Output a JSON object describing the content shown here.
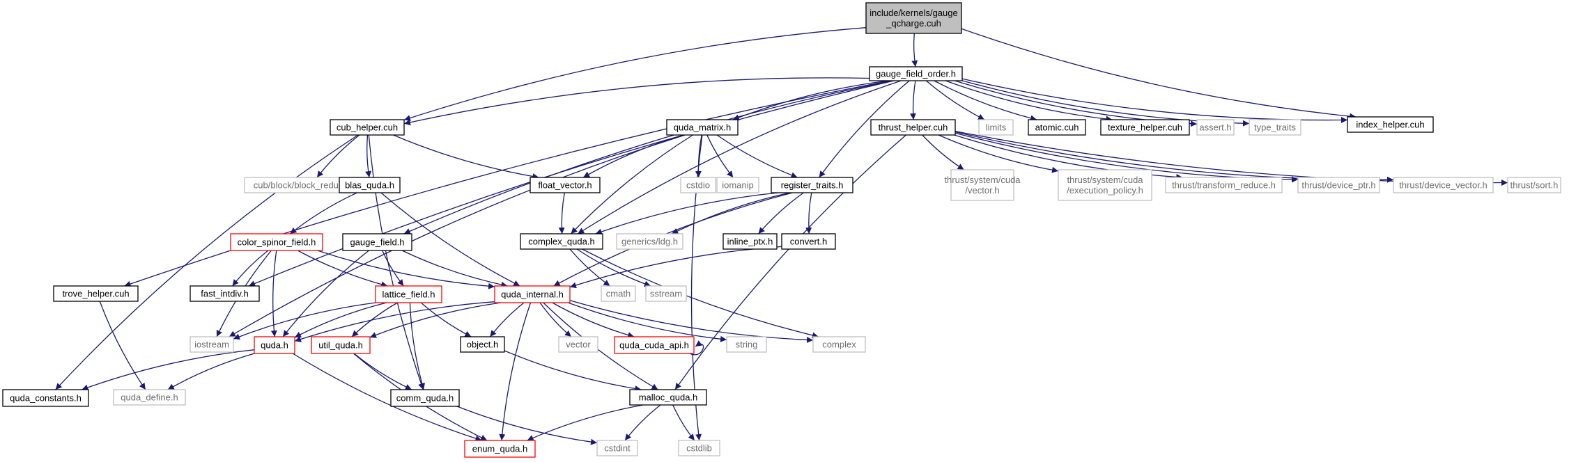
{
  "diagram": {
    "nodes": [
      {
        "id": "root",
        "lines": [
          "include/kernels/gauge",
          "_qcharge.cuh"
        ],
        "style": "root"
      },
      {
        "id": "gfo",
        "lines": [
          "gauge_field_order.h"
        ],
        "style": "normal"
      },
      {
        "id": "index_helper",
        "lines": [
          "index_helper.cuh"
        ],
        "style": "normal"
      },
      {
        "id": "cub_helper",
        "lines": [
          "cub_helper.cuh"
        ],
        "style": "normal"
      },
      {
        "id": "quda_matrix",
        "lines": [
          "quda_matrix.h"
        ],
        "style": "normal"
      },
      {
        "id": "thrust_helper",
        "lines": [
          "thrust_helper.cuh"
        ],
        "style": "normal"
      },
      {
        "id": "limits",
        "lines": [
          "limits"
        ],
        "style": "external"
      },
      {
        "id": "atomic",
        "lines": [
          "atomic.cuh"
        ],
        "style": "normal"
      },
      {
        "id": "texture_helper",
        "lines": [
          "texture_helper.cuh"
        ],
        "style": "normal"
      },
      {
        "id": "assert",
        "lines": [
          "assert.h"
        ],
        "style": "external"
      },
      {
        "id": "type_traits",
        "lines": [
          "type_traits"
        ],
        "style": "external"
      },
      {
        "id": "cub_block",
        "lines": [
          "cub/block/block_reduce.cuh"
        ],
        "style": "external"
      },
      {
        "id": "blas_quda",
        "lines": [
          "blas_quda.h"
        ],
        "style": "normal"
      },
      {
        "id": "float_vector",
        "lines": [
          "float_vector.h"
        ],
        "style": "normal"
      },
      {
        "id": "cstdio",
        "lines": [
          "cstdio"
        ],
        "style": "external"
      },
      {
        "id": "iomanip",
        "lines": [
          "iomanip"
        ],
        "style": "external"
      },
      {
        "id": "register_traits",
        "lines": [
          "register_traits.h"
        ],
        "style": "normal"
      },
      {
        "id": "thrust_vector",
        "lines": [
          "thrust/system/cuda",
          "/vector.h"
        ],
        "style": "external"
      },
      {
        "id": "thrust_exec",
        "lines": [
          "thrust/system/cuda",
          "/execution_policy.h"
        ],
        "style": "external"
      },
      {
        "id": "thrust_tr",
        "lines": [
          "thrust/transform_reduce.h"
        ],
        "style": "external"
      },
      {
        "id": "thrust_dptr",
        "lines": [
          "thrust/device_ptr.h"
        ],
        "style": "external"
      },
      {
        "id": "thrust_dvec",
        "lines": [
          "thrust/device_vector.h"
        ],
        "style": "external"
      },
      {
        "id": "thrust_sort",
        "lines": [
          "thrust/sort.h"
        ],
        "style": "external"
      },
      {
        "id": "color_spinor",
        "lines": [
          "color_spinor_field.h"
        ],
        "style": "truncated"
      },
      {
        "id": "gauge_field",
        "lines": [
          "gauge_field.h"
        ],
        "style": "normal"
      },
      {
        "id": "complex_quda",
        "lines": [
          "complex_quda.h"
        ],
        "style": "normal"
      },
      {
        "id": "generics_ldg",
        "lines": [
          "generics/ldg.h"
        ],
        "style": "external"
      },
      {
        "id": "inline_ptx",
        "lines": [
          "inline_ptx.h"
        ],
        "style": "normal"
      },
      {
        "id": "convert",
        "lines": [
          "convert.h"
        ],
        "style": "normal"
      },
      {
        "id": "fast_intdiv",
        "lines": [
          "fast_intdiv.h"
        ],
        "style": "normal"
      },
      {
        "id": "trove_helper",
        "lines": [
          "trove_helper.cuh"
        ],
        "style": "normal"
      },
      {
        "id": "lattice_field",
        "lines": [
          "lattice_field.h"
        ],
        "style": "truncated"
      },
      {
        "id": "quda_internal",
        "lines": [
          "quda_internal.h"
        ],
        "style": "truncated"
      },
      {
        "id": "cmath",
        "lines": [
          "cmath"
        ],
        "style": "external"
      },
      {
        "id": "sstream",
        "lines": [
          "sstream"
        ],
        "style": "external"
      },
      {
        "id": "iostream",
        "lines": [
          "iostream"
        ],
        "style": "external"
      },
      {
        "id": "quda_h",
        "lines": [
          "quda.h"
        ],
        "style": "truncated"
      },
      {
        "id": "util_quda",
        "lines": [
          "util_quda.h"
        ],
        "style": "truncated"
      },
      {
        "id": "object",
        "lines": [
          "object.h"
        ],
        "style": "normal"
      },
      {
        "id": "vector",
        "lines": [
          "vector"
        ],
        "style": "external"
      },
      {
        "id": "quda_cuda_api",
        "lines": [
          "quda_cuda_api.h"
        ],
        "style": "truncated"
      },
      {
        "id": "string",
        "lines": [
          "string"
        ],
        "style": "external"
      },
      {
        "id": "complex",
        "lines": [
          "complex"
        ],
        "style": "external"
      },
      {
        "id": "quda_constants",
        "lines": [
          "quda_constants.h"
        ],
        "style": "normal"
      },
      {
        "id": "quda_define",
        "lines": [
          "quda_define.h"
        ],
        "style": "external"
      },
      {
        "id": "comm_quda",
        "lines": [
          "comm_quda.h"
        ],
        "style": "normal"
      },
      {
        "id": "malloc_quda",
        "lines": [
          "malloc_quda.h"
        ],
        "style": "normal"
      },
      {
        "id": "enum_quda",
        "lines": [
          "enum_quda.h"
        ],
        "style": "truncated"
      },
      {
        "id": "cstdint",
        "lines": [
          "cstdint"
        ],
        "style": "external"
      },
      {
        "id": "cstdlib",
        "lines": [
          "cstdlib"
        ],
        "style": "external"
      }
    ],
    "edges": [
      [
        "root",
        "gfo"
      ],
      [
        "root",
        "cub_helper"
      ],
      [
        "root",
        "index_helper"
      ],
      [
        "gfo",
        "cub_helper"
      ],
      [
        "gfo",
        "quda_matrix"
      ],
      [
        "gfo",
        "thrust_helper"
      ],
      [
        "gfo",
        "limits"
      ],
      [
        "gfo",
        "atomic"
      ],
      [
        "gfo",
        "texture_helper"
      ],
      [
        "gfo",
        "assert"
      ],
      [
        "gfo",
        "type_traits"
      ],
      [
        "gfo",
        "index_helper"
      ],
      [
        "gfo",
        "register_traits"
      ],
      [
        "gfo",
        "complex_quda"
      ],
      [
        "gfo",
        "gauge_field"
      ],
      [
        "gfo",
        "fast_intdiv"
      ],
      [
        "gfo",
        "trove_helper"
      ],
      [
        "cub_helper",
        "cub_block"
      ],
      [
        "cub_helper",
        "blas_quda"
      ],
      [
        "cub_helper",
        "float_vector"
      ],
      [
        "cub_helper",
        "comm_quda"
      ],
      [
        "cub_helper",
        "quda_constants"
      ],
      [
        "quda_matrix",
        "float_vector"
      ],
      [
        "quda_matrix",
        "cstdio"
      ],
      [
        "quda_matrix",
        "iomanip"
      ],
      [
        "quda_matrix",
        "register_traits"
      ],
      [
        "quda_matrix",
        "complex_quda"
      ],
      [
        "quda_matrix",
        "iostream"
      ],
      [
        "quda_matrix",
        "cstdlib"
      ],
      [
        "thrust_helper",
        "thrust_vector"
      ],
      [
        "thrust_helper",
        "thrust_exec"
      ],
      [
        "thrust_helper",
        "thrust_tr"
      ],
      [
        "thrust_helper",
        "thrust_dptr"
      ],
      [
        "thrust_helper",
        "thrust_dvec"
      ],
      [
        "thrust_helper",
        "thrust_sort"
      ],
      [
        "thrust_helper",
        "malloc_quda"
      ],
      [
        "blas_quda",
        "color_spinor"
      ],
      [
        "blas_quda",
        "quda_internal"
      ],
      [
        "float_vector",
        "complex_quda"
      ],
      [
        "register_traits",
        "complex_quda"
      ],
      [
        "register_traits",
        "generics_ldg"
      ],
      [
        "register_traits",
        "inline_ptx"
      ],
      [
        "register_traits",
        "convert"
      ],
      [
        "register_traits",
        "quda_internal"
      ],
      [
        "color_spinor",
        "fast_intdiv"
      ],
      [
        "color_spinor",
        "lattice_field"
      ],
      [
        "color_spinor",
        "quda_internal"
      ],
      [
        "color_spinor",
        "iostream"
      ],
      [
        "color_spinor",
        "quda_h"
      ],
      [
        "gauge_field",
        "lattice_field"
      ],
      [
        "gauge_field",
        "quda_internal"
      ],
      [
        "gauge_field",
        "quda_h"
      ],
      [
        "complex_quda",
        "cmath"
      ],
      [
        "complex_quda",
        "sstream"
      ],
      [
        "complex_quda",
        "complex"
      ],
      [
        "convert",
        "quda_internal"
      ],
      [
        "trove_helper",
        "quda_define"
      ],
      [
        "lattice_field",
        "iostream"
      ],
      [
        "lattice_field",
        "quda_h"
      ],
      [
        "lattice_field",
        "util_quda"
      ],
      [
        "lattice_field",
        "object"
      ],
      [
        "lattice_field",
        "comm_quda"
      ],
      [
        "quda_internal",
        "quda_h"
      ],
      [
        "quda_internal",
        "util_quda"
      ],
      [
        "quda_internal",
        "object"
      ],
      [
        "quda_internal",
        "vector"
      ],
      [
        "quda_internal",
        "quda_cuda_api"
      ],
      [
        "quda_internal",
        "string"
      ],
      [
        "quda_internal",
        "complex"
      ],
      [
        "quda_internal",
        "malloc_quda"
      ],
      [
        "quda_internal",
        "enum_quda"
      ],
      [
        "quda_h",
        "quda_constants"
      ],
      [
        "quda_h",
        "quda_define"
      ],
      [
        "quda_h",
        "enum_quda"
      ],
      [
        "util_quda",
        "comm_quda"
      ],
      [
        "util_quda",
        "enum_quda"
      ],
      [
        "quda_cuda_api",
        "quda_cuda_api"
      ],
      [
        "object",
        "malloc_quda"
      ],
      [
        "comm_quda",
        "cstdint"
      ],
      [
        "malloc_quda",
        "enum_quda"
      ],
      [
        "malloc_quda",
        "cstdint"
      ],
      [
        "malloc_quda",
        "cstdlib"
      ]
    ],
    "colors": {
      "edge": "#191970",
      "border_normal": "#000000",
      "border_external": "#bfbfbf",
      "border_truncated": "#ff0000",
      "fill_root": "#bfbfbf",
      "fill_default": "#ffffff",
      "text_normal": "#000000",
      "text_external": "#6f6f6f"
    }
  }
}
